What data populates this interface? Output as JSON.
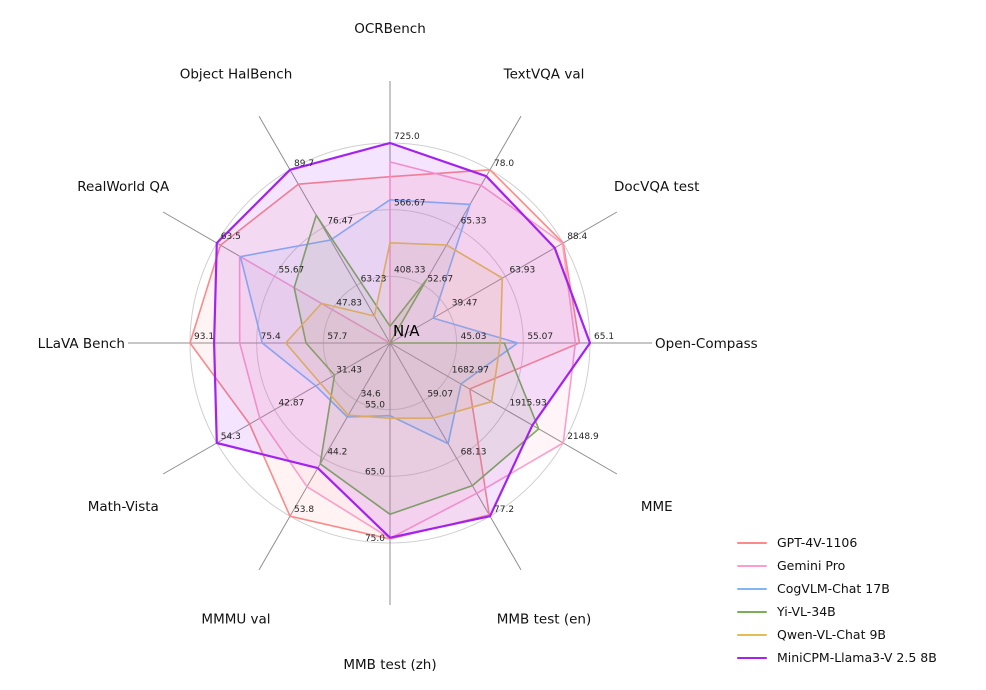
{
  "chart_data": {
    "type": "radar",
    "title": "",
    "center_label": "N/A",
    "legend_position": "bottom-right",
    "style": {
      "background": "#ffffff",
      "grid_color": "#cfcfcf",
      "spoke_color": "#8f8f8f",
      "tick_color": "#262626",
      "axis_label_color": "#111111"
    },
    "axes": [
      {
        "label": "OCRBench",
        "min": 250,
        "max": 725,
        "ticks": [
          "408.33",
          "566.67",
          "725.0"
        ]
      },
      {
        "label": "TextVQA val",
        "min": 40,
        "max": 78,
        "ticks": [
          "52.67",
          "65.33",
          "78.0"
        ]
      },
      {
        "label": "DocVQA test",
        "min": 15,
        "max": 88.4,
        "ticks": [
          "39.47",
          "63.93",
          "88.4"
        ]
      },
      {
        "label": "Open-Compass",
        "min": 35,
        "max": 65.1,
        "ticks": [
          "45.03",
          "55.07",
          "65.1"
        ]
      },
      {
        "label": "MME",
        "min": 1450,
        "max": 2148.9,
        "ticks": [
          "1682.97",
          "1915.93",
          "2148.9"
        ]
      },
      {
        "label": "MMB test (en)",
        "min": 50,
        "max": 77.2,
        "ticks": [
          "59.07",
          "68.13",
          "77.2"
        ]
      },
      {
        "label": "MMB test (zh)",
        "min": 45,
        "max": 75,
        "ticks": [
          "55.0",
          "65.0",
          "75.0"
        ]
      },
      {
        "label": "MMMU val",
        "min": 25,
        "max": 53.8,
        "ticks": [
          "34.6",
          "44.2",
          "53.8"
        ]
      },
      {
        "label": "Math-Vista",
        "min": 20,
        "max": 54.3,
        "ticks": [
          "31.43",
          "42.87",
          "54.3"
        ]
      },
      {
        "label": "LLaVA Bench",
        "min": 40,
        "max": 93.1,
        "ticks": [
          "57.7",
          "75.4",
          "93.1"
        ]
      },
      {
        "label": "RealWorld QA",
        "min": 40,
        "max": 63.5,
        "ticks": [
          "47.83",
          "55.67",
          "63.5"
        ]
      },
      {
        "label": "Object HalBench",
        "min": 50,
        "max": 89.7,
        "ticks": [
          "63.23",
          "76.47",
          "89.7"
        ]
      }
    ],
    "series": [
      {
        "name": "GPT-4V-1106",
        "color": "#fb8a8a",
        "values": [
          645,
          78.0,
          88.4,
          63.5,
          1771.5,
          77.0,
          74.4,
          53.8,
          47.8,
          93.1,
          63.0,
          86.4
        ]
      },
      {
        "name": "Gemini Pro",
        "color": "#fc9ec9",
        "values": [
          680,
          74.6,
          88.1,
          62.9,
          2148.9,
          73.6,
          74.3,
          48.9,
          45.8,
          79.9,
          60.4,
          null
        ]
      },
      {
        "name": "CogVLM-Chat 17B",
        "color": "#84b5f2",
        "values": [
          590,
          70.4,
          33.3,
          54.2,
          1736.6,
          65.8,
          55.9,
          37.3,
          34.7,
          73.9,
          60.3,
          73.6
        ]
      },
      {
        "name": "Yi-VL-34B",
        "color": "#7cad58",
        "values": [
          290,
          54.0,
          null,
          52.2,
          2050.2,
          72.4,
          70.7,
          45.1,
          31.0,
          62.3,
          53.0,
          79.3
        ]
      },
      {
        "name": "Qwen-VL-Chat 9B",
        "color": "#e2be54",
        "values": [
          488,
          61.5,
          62.6,
          51.6,
          1860.0,
          61.8,
          56.3,
          37.0,
          33.8,
          67.7,
          49.3,
          56.2
        ]
      },
      {
        "name": "MiniCPM-Llama3-V 2.5 8B",
        "color": "#a322f0",
        "values": [
          725,
          76.6,
          84.8,
          65.1,
          2024.6,
          77.2,
          74.2,
          45.8,
          54.3,
          86.7,
          63.5,
          89.7
        ]
      }
    ]
  }
}
